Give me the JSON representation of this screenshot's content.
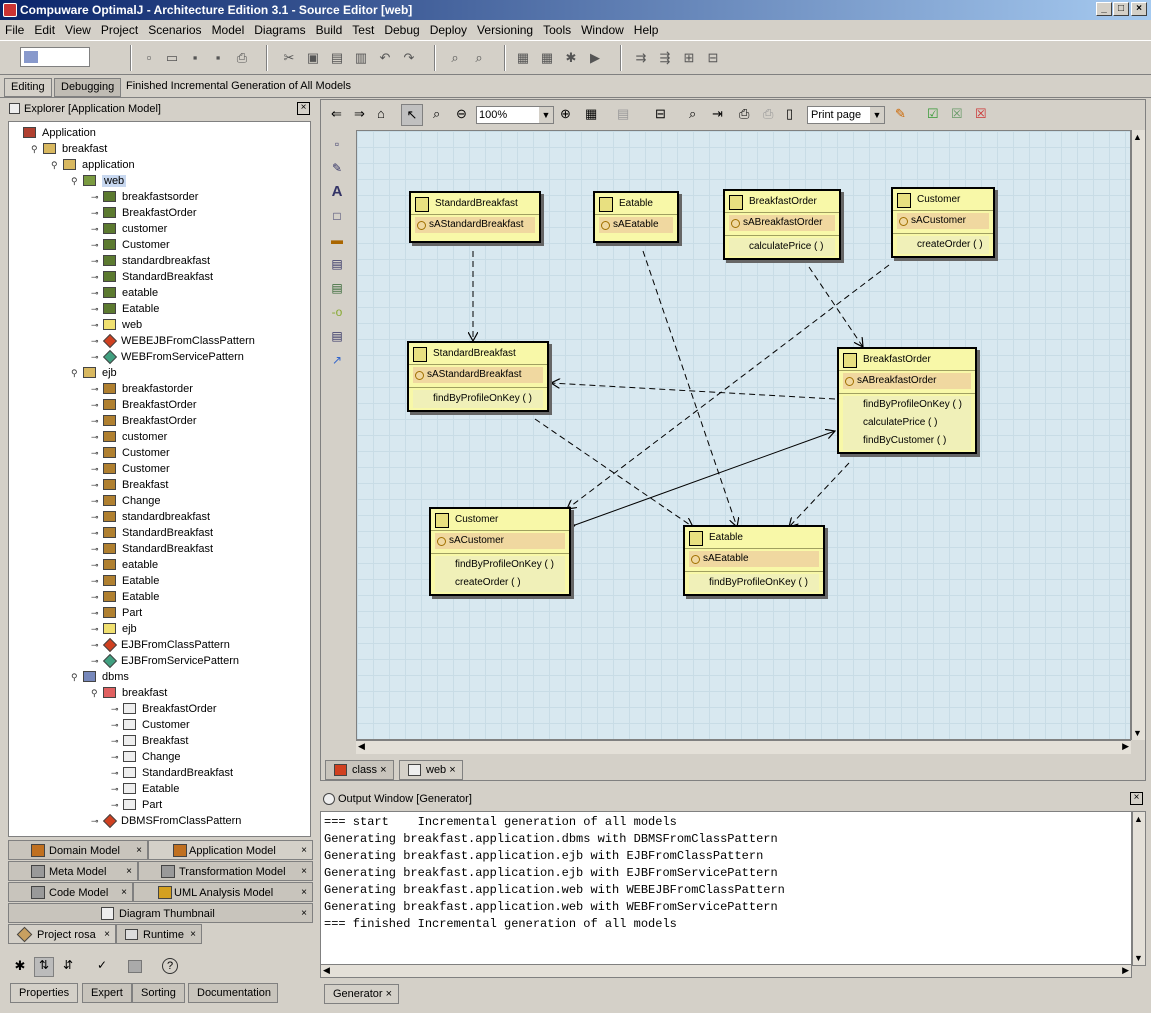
{
  "window": {
    "title": "Compuware OptimalJ - Architecture Edition 3.1  - Source Editor [web]"
  },
  "menu": [
    "File",
    "Edit",
    "View",
    "Project",
    "Scenarios",
    "Model",
    "Diagrams",
    "Build",
    "Test",
    "Debug",
    "Deploy",
    "Versioning",
    "Tools",
    "Window",
    "Help"
  ],
  "modebar": {
    "tabs": [
      "Editing",
      "Debugging"
    ],
    "status": "Finished Incremental Generation of All Models"
  },
  "explorer": {
    "title": "Explorer [Application Model]",
    "tree": [
      {
        "label": "Application",
        "depth": 0,
        "icon": "app"
      },
      {
        "label": "breakfast",
        "depth": 1,
        "icon": "folder"
      },
      {
        "label": "application",
        "depth": 2,
        "icon": "folder"
      },
      {
        "label": "web",
        "depth": 3,
        "icon": "folderg",
        "selected": true
      },
      {
        "label": "breakfastsorder",
        "depth": 4,
        "icon": "pkg"
      },
      {
        "label": "BreakfastOrder",
        "depth": 4,
        "icon": "pkg"
      },
      {
        "label": "customer",
        "depth": 4,
        "icon": "pkg"
      },
      {
        "label": "Customer",
        "depth": 4,
        "icon": "pkg"
      },
      {
        "label": "standardbreakfast",
        "depth": 4,
        "icon": "pkg"
      },
      {
        "label": "StandardBreakfast",
        "depth": 4,
        "icon": "pkg"
      },
      {
        "label": "eatable",
        "depth": 4,
        "icon": "pkg"
      },
      {
        "label": "Eatable",
        "depth": 4,
        "icon": "pkg"
      },
      {
        "label": "web",
        "depth": 4,
        "icon": "file"
      },
      {
        "label": "WEBEJBFromClassPattern",
        "depth": 4,
        "icon": "pat"
      },
      {
        "label": "WEBFromServicePattern",
        "depth": 4,
        "icon": "pat2"
      },
      {
        "label": "ejb",
        "depth": 3,
        "icon": "folder"
      },
      {
        "label": "breakfastorder",
        "depth": 4,
        "icon": "bean"
      },
      {
        "label": "BreakfastOrder",
        "depth": 4,
        "icon": "bean"
      },
      {
        "label": "BreakfastOrder",
        "depth": 4,
        "icon": "bean"
      },
      {
        "label": "customer",
        "depth": 4,
        "icon": "bean"
      },
      {
        "label": "Customer",
        "depth": 4,
        "icon": "bean"
      },
      {
        "label": "Customer",
        "depth": 4,
        "icon": "bean"
      },
      {
        "label": "Breakfast",
        "depth": 4,
        "icon": "bean"
      },
      {
        "label": "Change",
        "depth": 4,
        "icon": "bean"
      },
      {
        "label": "standardbreakfast",
        "depth": 4,
        "icon": "bean"
      },
      {
        "label": "StandardBreakfast",
        "depth": 4,
        "icon": "bean"
      },
      {
        "label": "StandardBreakfast",
        "depth": 4,
        "icon": "bean"
      },
      {
        "label": "eatable",
        "depth": 4,
        "icon": "bean"
      },
      {
        "label": "Eatable",
        "depth": 4,
        "icon": "bean"
      },
      {
        "label": "Eatable",
        "depth": 4,
        "icon": "bean"
      },
      {
        "label": "Part",
        "depth": 4,
        "icon": "bean"
      },
      {
        "label": "ejb",
        "depth": 4,
        "icon": "file"
      },
      {
        "label": "EJBFromClassPattern",
        "depth": 4,
        "icon": "pat"
      },
      {
        "label": "EJBFromServicePattern",
        "depth": 4,
        "icon": "pat2"
      },
      {
        "label": "dbms",
        "depth": 3,
        "icon": "folderb"
      },
      {
        "label": "breakfast",
        "depth": 4,
        "icon": "dbms"
      },
      {
        "label": "BreakfastOrder",
        "depth": 5,
        "icon": "tbl"
      },
      {
        "label": "Customer",
        "depth": 5,
        "icon": "tbl"
      },
      {
        "label": "Breakfast",
        "depth": 5,
        "icon": "tbl"
      },
      {
        "label": "Change",
        "depth": 5,
        "icon": "tbl"
      },
      {
        "label": "StandardBreakfast",
        "depth": 5,
        "icon": "tbl"
      },
      {
        "label": "Eatable",
        "depth": 5,
        "icon": "tbl"
      },
      {
        "label": "Part",
        "depth": 5,
        "icon": "tbl"
      },
      {
        "label": "DBMSFromClassPattern",
        "depth": 4,
        "icon": "pat"
      }
    ]
  },
  "panel_tabs": {
    "domain_model": "Domain Model",
    "application_model": "Application Model",
    "meta_model": "Meta Model",
    "transformation_model": "Transformation Model",
    "code_model": "Code Model",
    "uml_analysis_model": "UML Analysis Model",
    "diagram_thumbnail": "Diagram Thumbnail",
    "project_rosa": "Project rosa",
    "runtime": "Runtime",
    "close": "×"
  },
  "properties": {
    "tabs": [
      "Properties",
      "Expert",
      "Sorting",
      "Documentation"
    ]
  },
  "editor": {
    "zoom": "100%",
    "print_select": "Print page",
    "tabs": [
      "class",
      "web"
    ],
    "close": "×"
  },
  "diagram": {
    "classes": [
      {
        "name": "StandardBreakfast",
        "attrs": [
          "sAStandardBreakfast"
        ],
        "ops": []
      },
      {
        "name": "Eatable",
        "attrs": [
          "sAEatable"
        ],
        "ops": []
      },
      {
        "name": "BreakfastOrder",
        "attrs": [
          "sABreakfastOrder"
        ],
        "ops": [
          "calculatePrice ( )"
        ]
      },
      {
        "name": "Customer",
        "attrs": [
          "sACustomer"
        ],
        "ops": [
          "createOrder ( )"
        ]
      },
      {
        "name": "StandardBreakfast",
        "attrs": [
          "sAStandardBreakfast"
        ],
        "ops": [
          "findByProfileOnKey ( )"
        ]
      },
      {
        "name": "BreakfastOrder",
        "attrs": [
          "sABreakfastOrder"
        ],
        "ops": [
          "findByProfileOnKey ( )",
          "calculatePrice ( )",
          "findByCustomer ( )"
        ]
      },
      {
        "name": "Customer",
        "attrs": [
          "sACustomer"
        ],
        "ops": [
          "findByProfileOnKey ( )",
          "createOrder ( )"
        ]
      },
      {
        "name": "Eatable",
        "attrs": [
          "sAEatable"
        ],
        "ops": [
          "findByProfileOnKey ( )"
        ]
      }
    ]
  },
  "output": {
    "title": "Output Window [Generator]",
    "lines": [
      "=== start    Incremental generation of all models",
      "Generating breakfast.application.dbms with DBMSFromClassPattern",
      "Generating breakfast.application.ejb with EJBFromClassPattern",
      "Generating breakfast.application.ejb with EJBFromServicePattern",
      "Generating breakfast.application.web with WEBEJBFromClassPattern",
      "Generating breakfast.application.web with WEBFromServicePattern",
      "=== finished Incremental generation of all models"
    ],
    "tab": "Generator"
  }
}
